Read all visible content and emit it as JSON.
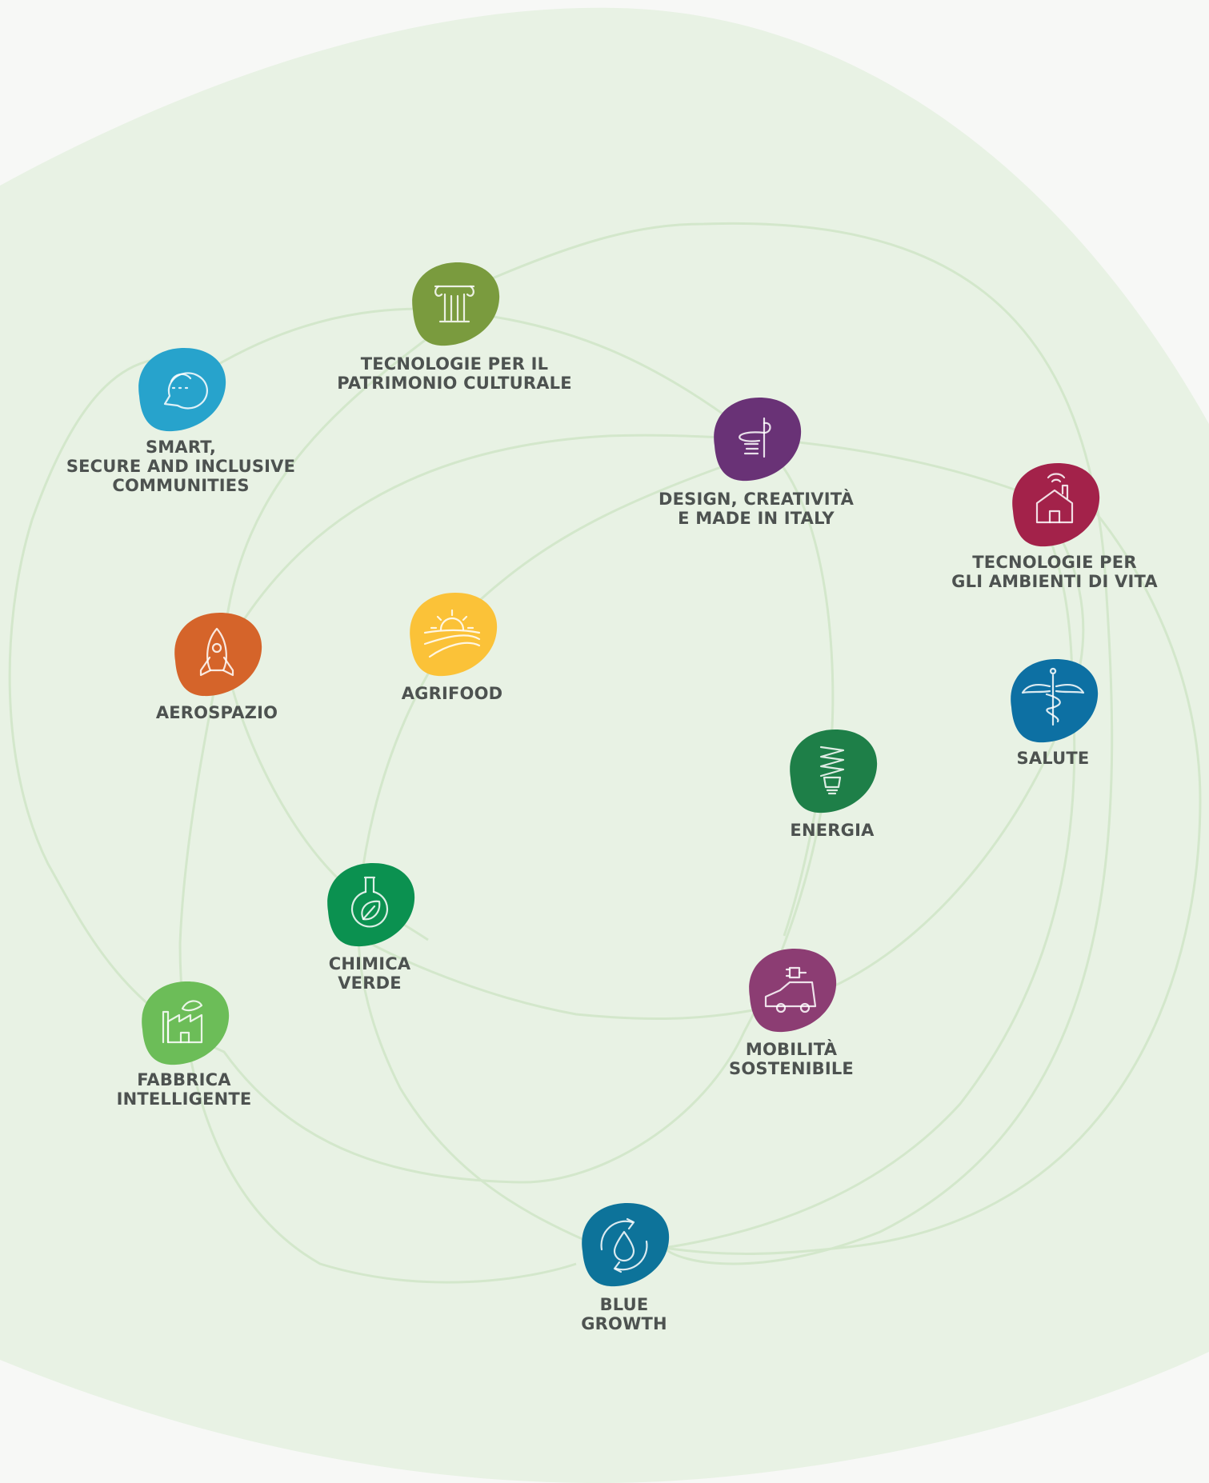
{
  "colors": {
    "background": "#f7f8f6",
    "blob": "#e8f2e4",
    "connector": "#d3e7cb"
  },
  "nodes": [
    {
      "id": "smart",
      "label_lines": [
        "SMART,",
        "SECURE AND INCLUSIVE",
        "COMMUNITIES"
      ],
      "color": "#27a3cc",
      "icon": "chat-bubble-icon"
    },
    {
      "id": "patrimonio",
      "label_lines": [
        "TECNOLOGIE PER IL",
        "PATRIMONIO CULTURALE"
      ],
      "color": "#7a9b3e",
      "icon": "column-icon"
    },
    {
      "id": "design",
      "label_lines": [
        "DESIGN, CREATIVITÀ",
        "E MADE IN ITALY"
      ],
      "color": "#693276",
      "icon": "needle-thread-icon"
    },
    {
      "id": "ambienti",
      "label_lines": [
        "TECNOLOGIE PER",
        "GLI AMBIENTI DI VITA"
      ],
      "color": "#a3224a",
      "icon": "smart-home-icon"
    },
    {
      "id": "aerospazio",
      "label_lines": [
        "AEROSPAZIO"
      ],
      "color": "#d5642a",
      "icon": "rocket-icon"
    },
    {
      "id": "agrifood",
      "label_lines": [
        "AGRIFOOD"
      ],
      "color": "#fbc238",
      "icon": "sun-field-icon"
    },
    {
      "id": "salute",
      "label_lines": [
        "SALUTE"
      ],
      "color": "#0d70a3",
      "icon": "caduceus-icon"
    },
    {
      "id": "energia",
      "label_lines": [
        "ENERGIA"
      ],
      "color": "#1e7f48",
      "icon": "lightbulb-icon"
    },
    {
      "id": "chimica",
      "label_lines": [
        "CHIMICA",
        "VERDE"
      ],
      "color": "#0b9150",
      "icon": "flask-leaf-icon"
    },
    {
      "id": "fabbrica",
      "label_lines": [
        "FABBRICA",
        "INTELLIGENTE"
      ],
      "color": "#6cbd58",
      "icon": "factory-icon"
    },
    {
      "id": "mobilita",
      "label_lines": [
        "MOBILITÀ",
        "SOSTENIBILE"
      ],
      "color": "#8c3d73",
      "icon": "electric-car-icon"
    },
    {
      "id": "blue",
      "label_lines": [
        "BLUE",
        "GROWTH"
      ],
      "color": "#0d739a",
      "icon": "water-cycle-icon"
    }
  ]
}
